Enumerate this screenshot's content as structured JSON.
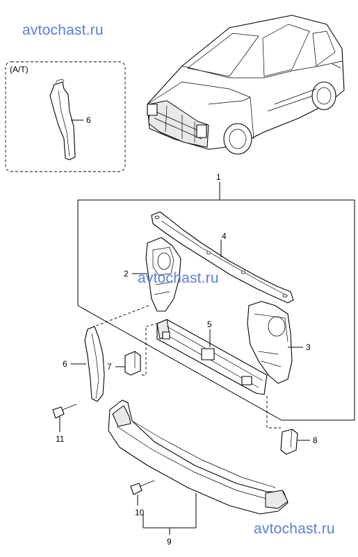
{
  "watermarks": {
    "top": "avtochast.ru",
    "middle": "avtochast.ru",
    "bottom": "avtochast.ru"
  },
  "inset": {
    "label": "(A/T)",
    "callout": "6"
  },
  "callouts": {
    "c1": "1",
    "c2": "2",
    "c3": "3",
    "c4": "4",
    "c5": "5",
    "c6": "6",
    "c7": "7",
    "c8": "8",
    "c9": "9",
    "c10": "10",
    "c11": "11"
  },
  "colors": {
    "watermark": "#5a7de0",
    "line": "#000000"
  }
}
